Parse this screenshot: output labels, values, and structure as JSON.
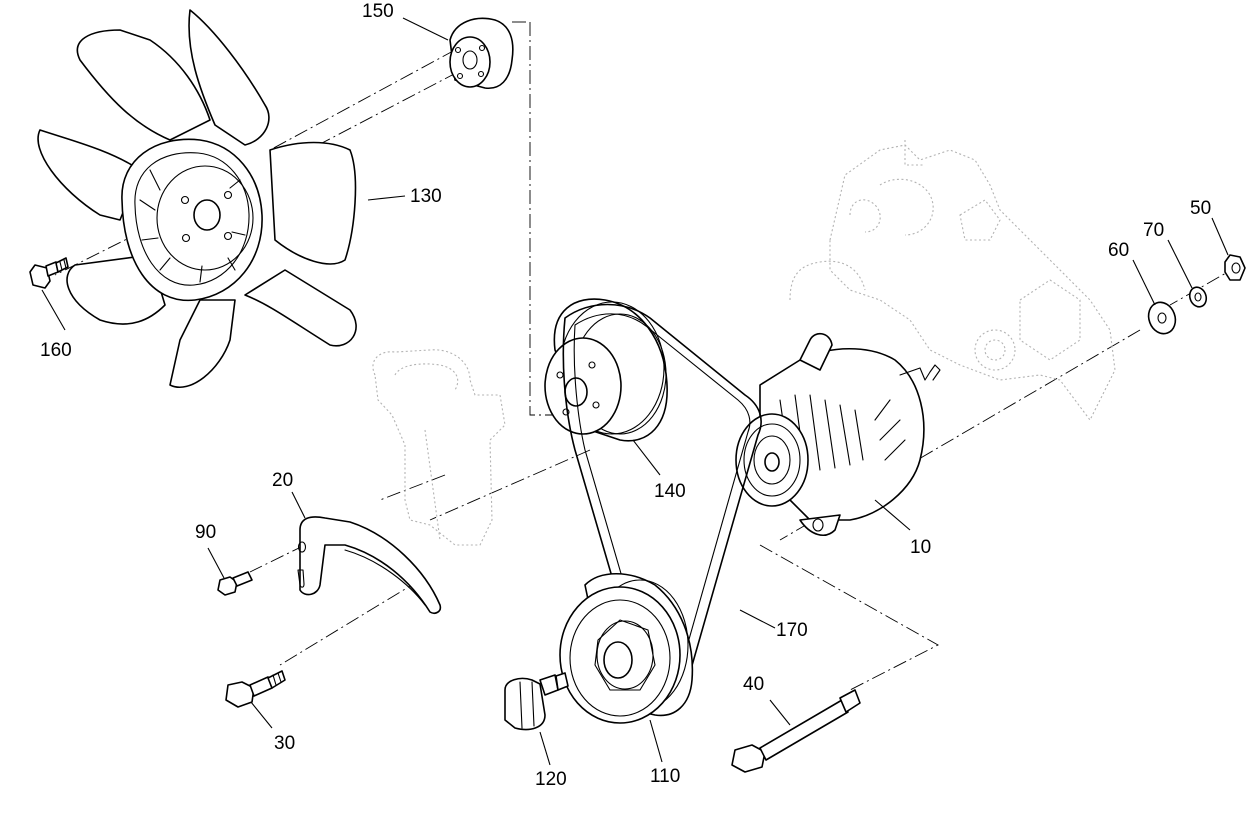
{
  "callouts": {
    "c10": "10",
    "c20": "20",
    "c30": "30",
    "c40": "40",
    "c50": "50",
    "c60": "60",
    "c70": "70",
    "c90": "90",
    "c110": "110",
    "c120": "120",
    "c130": "130",
    "c140": "140",
    "c150": "150",
    "c160": "160",
    "c170": "170"
  }
}
